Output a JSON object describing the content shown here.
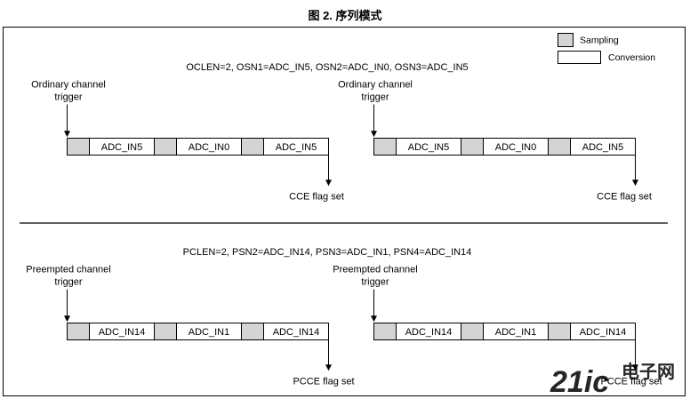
{
  "figure_title": "图 2. 序列模式",
  "legend": {
    "sampling_label": "Sampling",
    "conversion_label": "Conversion"
  },
  "ordinary": {
    "config": "OCLEN=2, OSN1=ADC_IN5, OSN2=ADC_IN0, OSN3=ADC_IN5",
    "trigger_line1": "Ordinary channel",
    "trigger_line2": "trigger",
    "channels": [
      "ADC_IN5",
      "ADC_IN0",
      "ADC_IN5"
    ],
    "flag_label": "CCE flag set"
  },
  "preempted": {
    "config": "PCLEN=2, PSN2=ADC_IN14, PSN3=ADC_IN1, PSN4=ADC_IN14",
    "trigger_line1": "Preempted channel",
    "trigger_line2": "trigger",
    "channels": [
      "ADC_IN14",
      "ADC_IN1",
      "ADC_IN14"
    ],
    "flag_label": "PCCE flag set"
  },
  "watermark": {
    "logo_text": "21ic",
    "site_text": "电子网"
  },
  "colors": {
    "sampling_fill": "#d4d4d4",
    "conversion_fill": "#ffffff",
    "line": "#000000",
    "watermark": "#c7ccd8"
  }
}
